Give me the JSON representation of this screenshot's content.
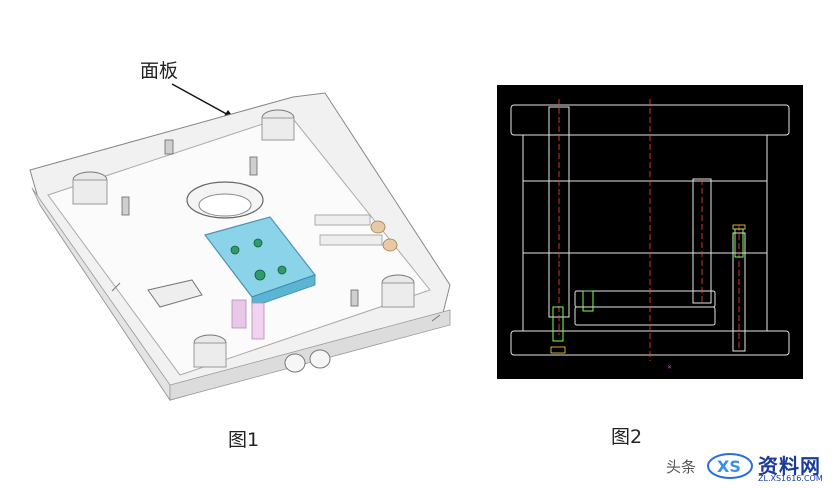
{
  "figure1": {
    "annotation_label": "面板",
    "caption": "图1"
  },
  "figure2": {
    "caption": "图2"
  },
  "watermark": {
    "prefix": "头条",
    "brand": "资料网",
    "url": "ZL.XS1616.COM"
  }
}
